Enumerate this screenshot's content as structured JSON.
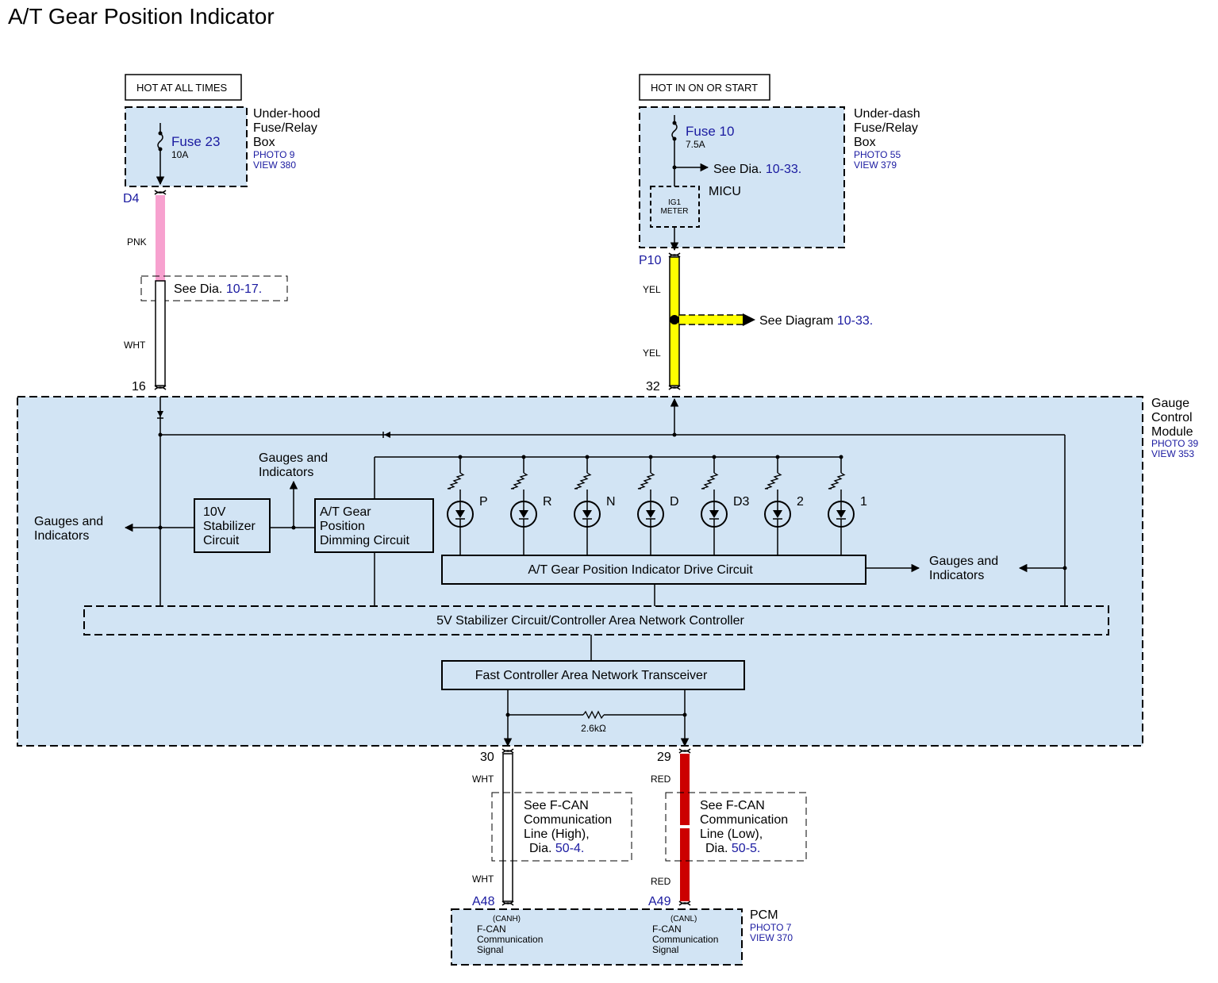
{
  "title": "A/T Gear Position Indicator",
  "colors": {
    "box_fill": "#d2e4f4",
    "link_blue": "#1a1aa0",
    "wire_pink": "#f7a1cf",
    "wire_yellow": "#ffff00",
    "wire_red": "#cc0000",
    "wire_white": "#ffffff"
  },
  "power_left": {
    "label": "HOT AT ALL TIMES",
    "fuse_name": "Fuse 23",
    "fuse_rating": "10A",
    "box_name_1": "Under-hood",
    "box_name_2": "Fuse/Relay",
    "box_name_3": "Box",
    "photo": "PHOTO 9",
    "view": "VIEW 380",
    "connector": "D4"
  },
  "power_right": {
    "label": "HOT IN ON OR START",
    "fuse_name": "Fuse 10",
    "fuse_rating": "7.5A",
    "see_prefix": "See Dia.",
    "see_ref": "10-33.",
    "micu_label": "MICU",
    "ig1_line1": "IG1",
    "ig1_line2": "METER",
    "box_name_1": "Under-dash",
    "box_name_2": "Fuse/Relay",
    "box_name_3": "Box",
    "photo": "PHOTO 55",
    "view": "VIEW 379",
    "connector": "P10"
  },
  "left_wire": {
    "color_top": "PNK",
    "see_prefix": "See  Dia.",
    "see_ref": "10-17.",
    "color_bottom": "WHT",
    "pin": "16"
  },
  "right_wire": {
    "color_top": "YEL",
    "branch_prefix": "See Diagram",
    "branch_ref": "10-33.",
    "color_bottom": "YEL",
    "pin": "32"
  },
  "gauge_module": {
    "name_1": "Gauge",
    "name_2": "Control",
    "name_3": "Module",
    "photo": "PHOTO 39",
    "view": "VIEW 353",
    "gauges_left_1": "Gauges and",
    "gauges_left_2": "Indicators",
    "gauges_top_1": "Gauges and",
    "gauges_top_2": "Indicators",
    "gauges_right_1": "Gauges and",
    "gauges_right_2": "Indicators",
    "stab10_1": "10V",
    "stab10_2": "Stabilizer",
    "stab10_3": "Circuit",
    "dim_1": "A/T Gear",
    "dim_2": "Position",
    "dim_3": "Dimming Circuit",
    "leds": [
      "P",
      "R",
      "N",
      "D",
      "D3",
      "2",
      "1"
    ],
    "drive_circuit": "A/T Gear Position Indicator Drive Circuit",
    "controller": "5V Stabilizer Circuit/Controller Area Network Controller",
    "transceiver": "Fast Controller Area Network Transceiver",
    "resistor": "2.6kΩ"
  },
  "can_high": {
    "pin": "30",
    "color_top": "WHT",
    "see_1": "See F-CAN",
    "see_2": "Communication",
    "see_3": "Line (High),",
    "see_4": "Dia.",
    "see_ref": "50-4.",
    "color_bottom": "WHT",
    "connector": "A48"
  },
  "can_low": {
    "pin": "29",
    "color_top": "RED",
    "see_1": "See F-CAN",
    "see_2": "Communication",
    "see_3": "Line (Low),",
    "see_4": "Dia.",
    "see_ref": "50-5.",
    "color_bottom": "RED",
    "connector": "A49"
  },
  "pcm": {
    "name": "PCM",
    "photo": "PHOTO 7",
    "view": "VIEW 370",
    "canh": "(CANH)",
    "canl": "(CANL)",
    "sig_1": "F-CAN",
    "sig_2": "Communication",
    "sig_3": "Signal"
  }
}
